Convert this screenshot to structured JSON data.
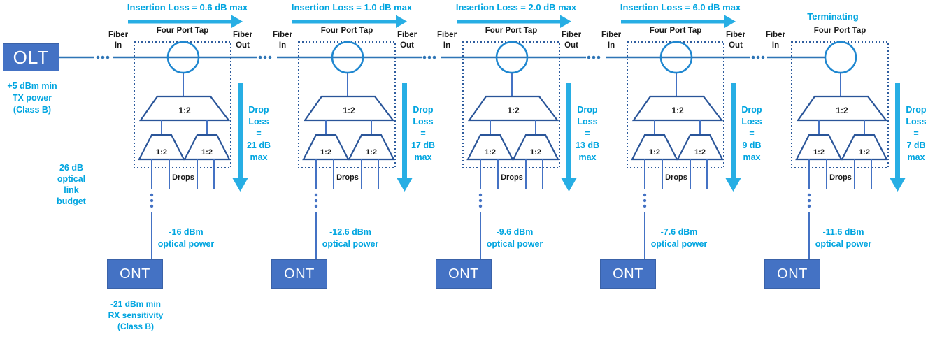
{
  "colors": {
    "accent_cyan_text": "#00A5E0",
    "arrow_cyan": "#27AEE4",
    "node_blue": "#4472C4",
    "fiber_line_blue": "#2E75B6",
    "coupler_circle_blue": "#1F87D0",
    "splitter_navy": "#2A5599",
    "tap_border_navy": "#2E5C9E"
  },
  "olt": {
    "label": "OLT",
    "tx_note": [
      "+5 dBm min",
      "TX power",
      "(Class B)"
    ],
    "budget_note": [
      "26 dB",
      "optical",
      "link",
      "budget"
    ]
  },
  "ont_note": [
    "-21 dBm min",
    "RX sensitivity",
    "(Class B)"
  ],
  "taps": [
    {
      "insertion_label": "Insertion Loss = 0.6 dB max",
      "tap_title": "Four Port Tap",
      "fiber_in": [
        "Fiber",
        "In"
      ],
      "fiber_out": [
        "Fiber",
        "Out"
      ],
      "splitters": [
        "1:2",
        "1:2",
        "1:2"
      ],
      "drops_label": "Drops",
      "drop_loss": [
        "Drop",
        "Loss",
        "=",
        "21 dB",
        "max"
      ],
      "optical_power": [
        "-16 dBm",
        "optical power"
      ],
      "ont_label": "ONT"
    },
    {
      "insertion_label": "Insertion Loss = 1.0 dB max",
      "tap_title": "Four Port Tap",
      "fiber_in": [
        "Fiber",
        "In"
      ],
      "fiber_out": [
        "Fiber",
        "Out"
      ],
      "splitters": [
        "1:2",
        "1:2",
        "1:2"
      ],
      "drops_label": "Drops",
      "drop_loss": [
        "Drop",
        "Loss",
        "=",
        "17 dB",
        "max"
      ],
      "optical_power": [
        "-12.6 dBm",
        "optical power"
      ],
      "ont_label": "ONT"
    },
    {
      "insertion_label": "Insertion Loss = 2.0 dB max",
      "tap_title": "Four Port Tap",
      "fiber_in": [
        "Fiber",
        "In"
      ],
      "fiber_out": [
        "Fiber",
        "Out"
      ],
      "splitters": [
        "1:2",
        "1:2",
        "1:2"
      ],
      "drops_label": "Drops",
      "drop_loss": [
        "Drop",
        "Loss",
        "=",
        "13 dB",
        "max"
      ],
      "optical_power": [
        "-9.6 dBm",
        "optical power"
      ],
      "ont_label": "ONT"
    },
    {
      "insertion_label": "Insertion Loss = 6.0 dB max",
      "tap_title": "Four Port Tap",
      "fiber_in": [
        "Fiber",
        "In"
      ],
      "fiber_out": [
        "Fiber",
        "Out"
      ],
      "splitters": [
        "1:2",
        "1:2",
        "1:2"
      ],
      "drops_label": "Drops",
      "drop_loss": [
        "Drop",
        "Loss",
        "=",
        "9 dB",
        "max"
      ],
      "optical_power": [
        "-7.6 dBm",
        "optical power"
      ],
      "ont_label": "ONT"
    },
    {
      "terminating": true,
      "terminating_label": "Terminating",
      "tap_title": "Four Port Tap",
      "fiber_in": [
        "Fiber",
        "In"
      ],
      "splitters": [
        "1:2",
        "1:2",
        "1:2"
      ],
      "drops_label": "Drops",
      "drop_loss": [
        "Drop",
        "Loss",
        "=",
        "7 dB",
        "max"
      ],
      "optical_power": [
        "-11.6 dBm",
        "optical power"
      ],
      "ont_label": "ONT"
    }
  ]
}
